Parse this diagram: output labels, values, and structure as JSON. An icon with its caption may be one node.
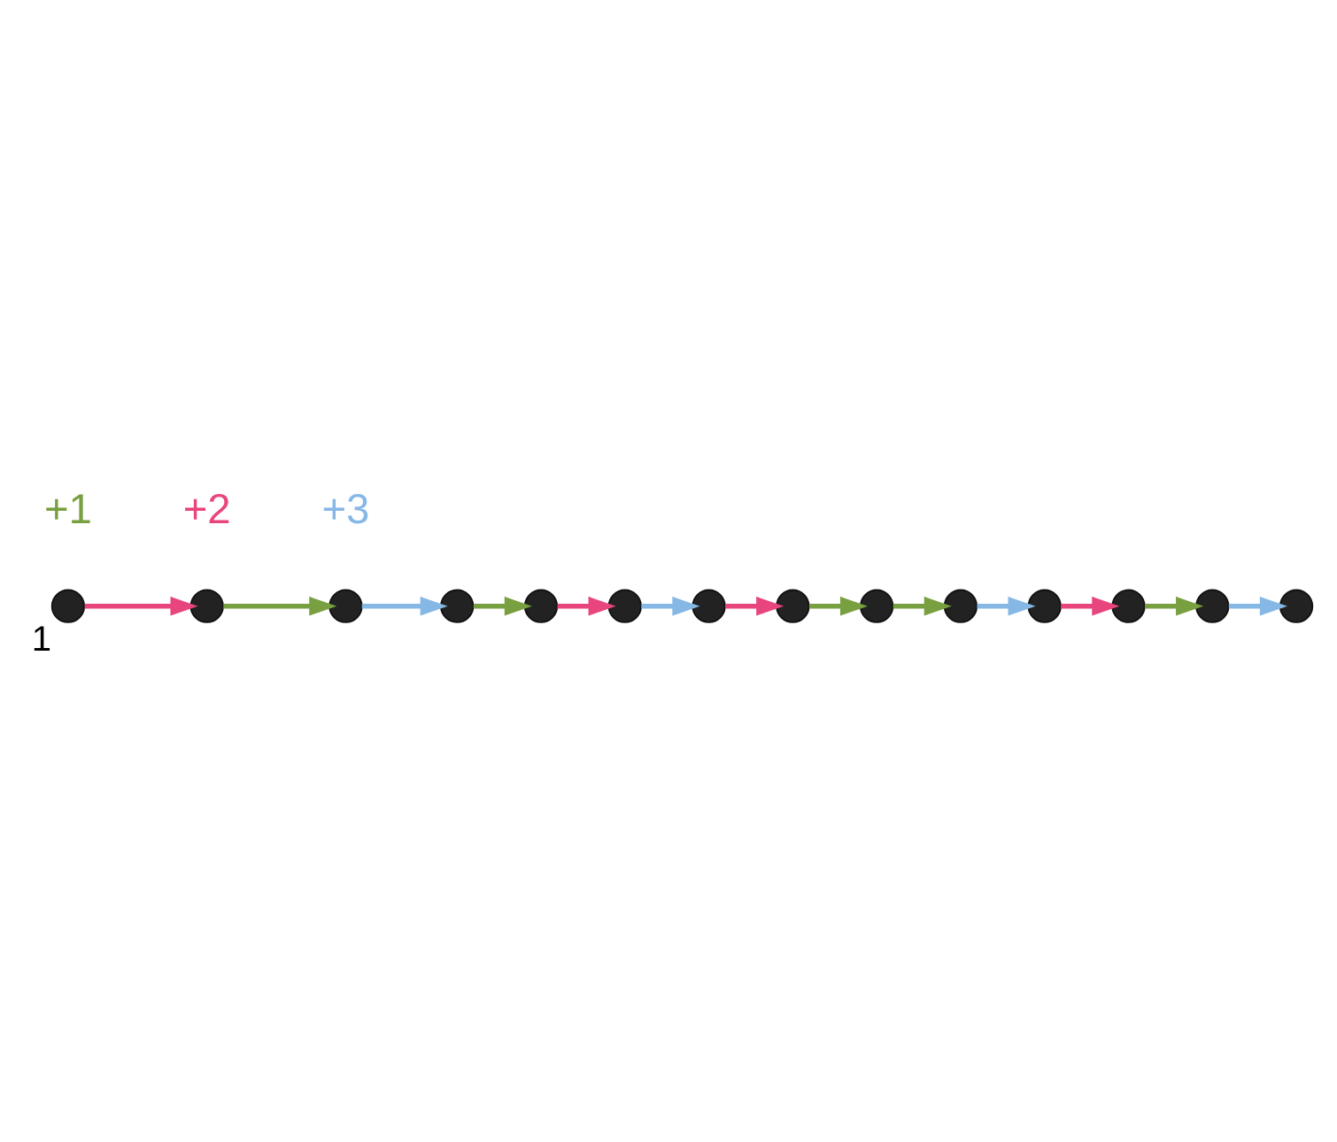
{
  "diagram": {
    "nodes": [
      {
        "text": [],
        "shape": "circle",
        "beside": [
          "1"
        ]
      },
      {
        "text": [],
        "shape": "circle"
      },
      {
        "text": [],
        "shape": "circle"
      },
      {
        "text": [],
        "shape": "circle"
      },
      {
        "text": [],
        "shape": "circle"
      },
      {
        "text": [],
        "shape": "circle"
      },
      {
        "text": [],
        "shape": "circle"
      },
      {
        "text": [],
        "shape": "circle"
      },
      {
        "text": [],
        "shape": "circle"
      },
      {
        "text": [],
        "shape": "circle"
      },
      {
        "text": [],
        "shape": "circle"
      },
      {
        "text": [],
        "shape": "circle"
      },
      {
        "text": [],
        "shape": "circle"
      },
      {
        "text": [],
        "shape": "circle"
      }
    ],
    "edges": [
      {
        "from": 0,
        "to": 1,
        "arrow": "to",
        "color": "#e8457e"
      },
      {
        "from": 1,
        "to": 2,
        "arrow": "to",
        "color": "#78a040"
      },
      {
        "from": 2,
        "to": 3,
        "arrow": "to",
        "color": "#86b8e6"
      },
      {
        "from": 3,
        "to": 4,
        "arrow": "to",
        "color": "#78a040"
      },
      {
        "from": 4,
        "to": 5,
        "arrow": "to",
        "color": "#e8457e"
      },
      {
        "from": 5,
        "to": 6,
        "arrow": "to",
        "color": "#86b8e6"
      },
      {
        "from": 6,
        "to": 7,
        "arrow": "to",
        "color": "#e8457e"
      },
      {
        "from": 7,
        "to": 8,
        "arrow": "to",
        "color": "#78a040"
      },
      {
        "from": 8,
        "to": 9,
        "arrow": "to",
        "color": "#78a040"
      },
      {
        "from": 9,
        "to": 10,
        "arrow": "to",
        "color": "#86b8e6"
      },
      {
        "from": 10,
        "to": 11,
        "arrow": "to",
        "color": "#e8457e"
      },
      {
        "from": 11,
        "to": 12,
        "arrow": "to",
        "color": "#78a040"
      },
      {
        "from": 12,
        "to": 13,
        "arrow": "to",
        "color": "#86b8e6"
      }
    ],
    "legend": [
      {
        "text": "+1",
        "color": "#78a040"
      },
      {
        "text": "+2",
        "color": "#e8457e"
      },
      {
        "text": "+3",
        "color": "#86b8e6"
      }
    ]
  }
}
